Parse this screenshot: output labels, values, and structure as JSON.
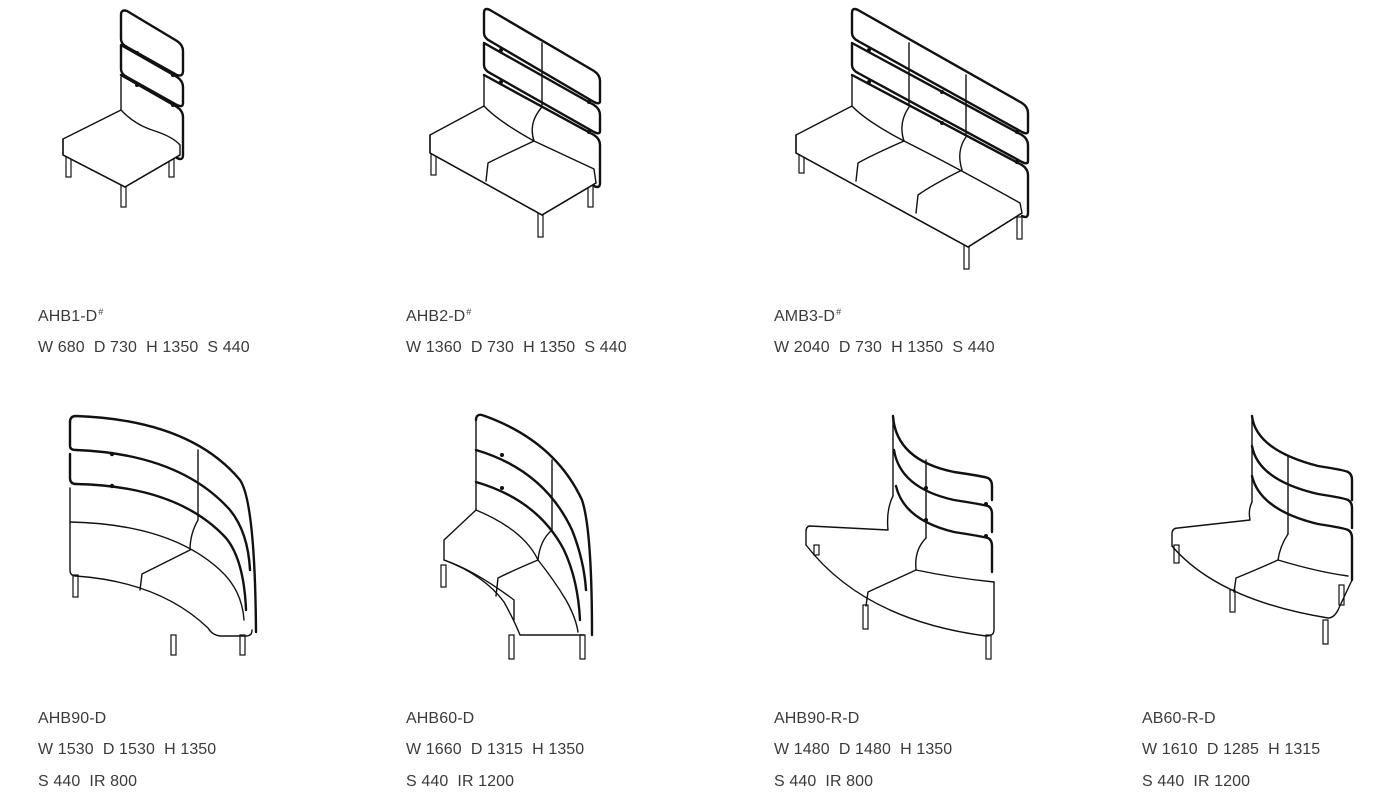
{
  "products": [
    {
      "name": "AHB1-D",
      "suffix": "#",
      "dims_line1": "W 680  D 730  H 1350  S 440",
      "dims_line2": "",
      "drawing_icon": "high-back-single-seat-icon"
    },
    {
      "name": "AHB2-D",
      "suffix": "#",
      "dims_line1": "W 1360  D 730  H 1350  S 440",
      "dims_line2": "",
      "drawing_icon": "high-back-two-seat-sofa-icon"
    },
    {
      "name": "AMB3-D",
      "suffix": "#",
      "dims_line1": "W 2040  D 730  H 1350  S 440",
      "dims_line2": "",
      "drawing_icon": "high-back-three-seat-sofa-icon"
    },
    {
      "name": "AHB90-D",
      "suffix": "",
      "dims_line1": "W 1530  D 1530  H 1350",
      "dims_line2": "S 440  IR 800",
      "drawing_icon": "curved-90-sofa-icon"
    },
    {
      "name": "AHB60-D",
      "suffix": "",
      "dims_line1": "W 1660  D 1315  H 1350",
      "dims_line2": "S 440  IR 1200",
      "drawing_icon": "curved-60-sofa-icon"
    },
    {
      "name": "AHB90-R-D",
      "suffix": "",
      "dims_line1": "W 1480  D 1480  H 1350",
      "dims_line2": "S 440  IR 800",
      "drawing_icon": "reverse-curved-90-sofa-icon"
    },
    {
      "name": "AB60-R-D",
      "suffix": "",
      "dims_line1": "W 1610  D 1285  H 1315",
      "dims_line2": "S 440  IR 1200",
      "drawing_icon": "reverse-curved-60-sofa-icon"
    }
  ]
}
